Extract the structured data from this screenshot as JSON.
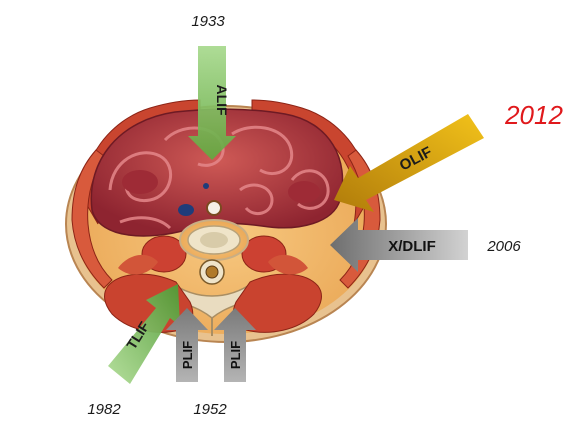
{
  "approaches": [
    {
      "key": "alif",
      "label": "ALIF",
      "year": "1933",
      "color": "#8cc96a",
      "label_color": "#1c1c1c"
    },
    {
      "key": "olif",
      "label": "OLIF",
      "year": "2012",
      "color": "#d9a800",
      "label_color": "#1c1c1c",
      "year_color": "#e0191c"
    },
    {
      "key": "xdlif",
      "label": "X/DLIF",
      "year": "2006",
      "color": "#8a8a8a",
      "label_color": "#111111"
    },
    {
      "key": "tlif",
      "label": "TLIF",
      "year": "1982",
      "color": "#8cc96a",
      "label_color": "#1c1c1c"
    },
    {
      "key": "plif1",
      "label": "PLIF",
      "year": "1952",
      "color": "#8e8e8e",
      "label_color": "#111111"
    },
    {
      "key": "plif2",
      "label": "PLIF",
      "color": "#8e8e8e",
      "label_color": "#111111"
    }
  ],
  "colors": {
    "skin": "#e8b889",
    "fat": "#f3b56b",
    "muscle": "#c8392b",
    "bowel": "#b8323a",
    "bone": "#efe4c9",
    "year_text": "#1a1a1a",
    "highlight_year": "#e0191c"
  }
}
